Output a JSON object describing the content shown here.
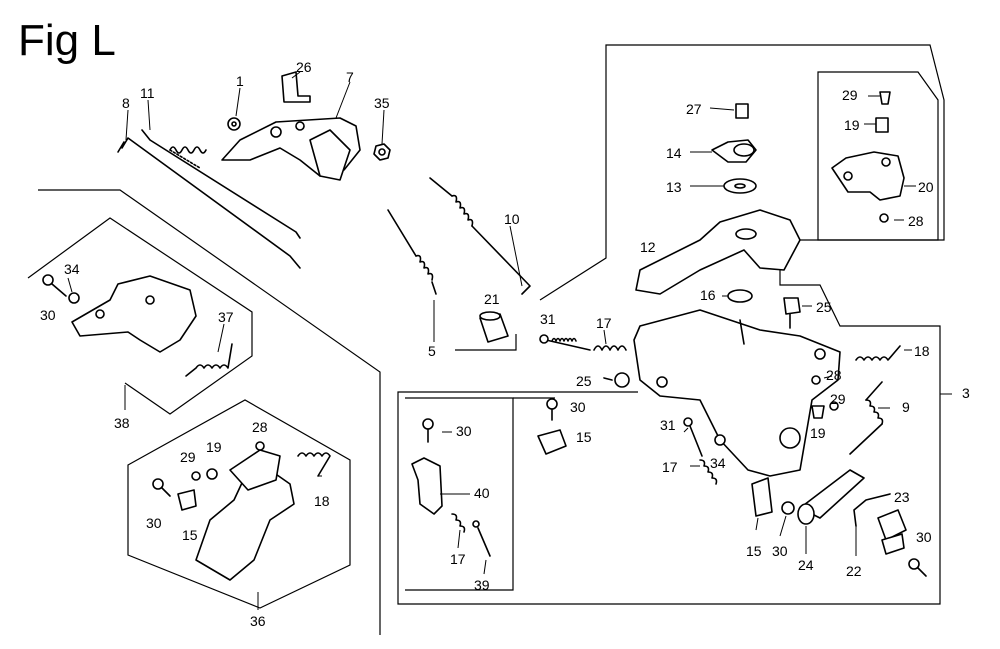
{
  "title": "Fig L",
  "callouts": [
    {
      "label": "1"
    },
    {
      "label": "26"
    },
    {
      "label": "7"
    },
    {
      "label": "8"
    },
    {
      "label": "11"
    },
    {
      "label": "35"
    },
    {
      "label": "10"
    },
    {
      "label": "5"
    },
    {
      "label": "21"
    },
    {
      "label": "34"
    },
    {
      "label": "30"
    },
    {
      "label": "37"
    },
    {
      "label": "38"
    },
    {
      "label": "28"
    },
    {
      "label": "29"
    },
    {
      "label": "19"
    },
    {
      "label": "18"
    },
    {
      "label": "30"
    },
    {
      "label": "15"
    },
    {
      "label": "36"
    },
    {
      "label": "27"
    },
    {
      "label": "14"
    },
    {
      "label": "13"
    },
    {
      "label": "12"
    },
    {
      "label": "16"
    },
    {
      "label": "29"
    },
    {
      "label": "19"
    },
    {
      "label": "20"
    },
    {
      "label": "28"
    },
    {
      "label": "25"
    },
    {
      "label": "31"
    },
    {
      "label": "17"
    },
    {
      "label": "25"
    },
    {
      "label": "30"
    },
    {
      "label": "15"
    },
    {
      "label": "18"
    },
    {
      "label": "3"
    },
    {
      "label": "28"
    },
    {
      "label": "29"
    },
    {
      "label": "9"
    },
    {
      "label": "19"
    },
    {
      "label": "31"
    },
    {
      "label": "34"
    },
    {
      "label": "17"
    },
    {
      "label": "30"
    },
    {
      "label": "40"
    },
    {
      "label": "17"
    },
    {
      "label": "39"
    },
    {
      "label": "15"
    },
    {
      "label": "30"
    },
    {
      "label": "24"
    },
    {
      "label": "22"
    },
    {
      "label": "23"
    },
    {
      "label": "30"
    }
  ]
}
